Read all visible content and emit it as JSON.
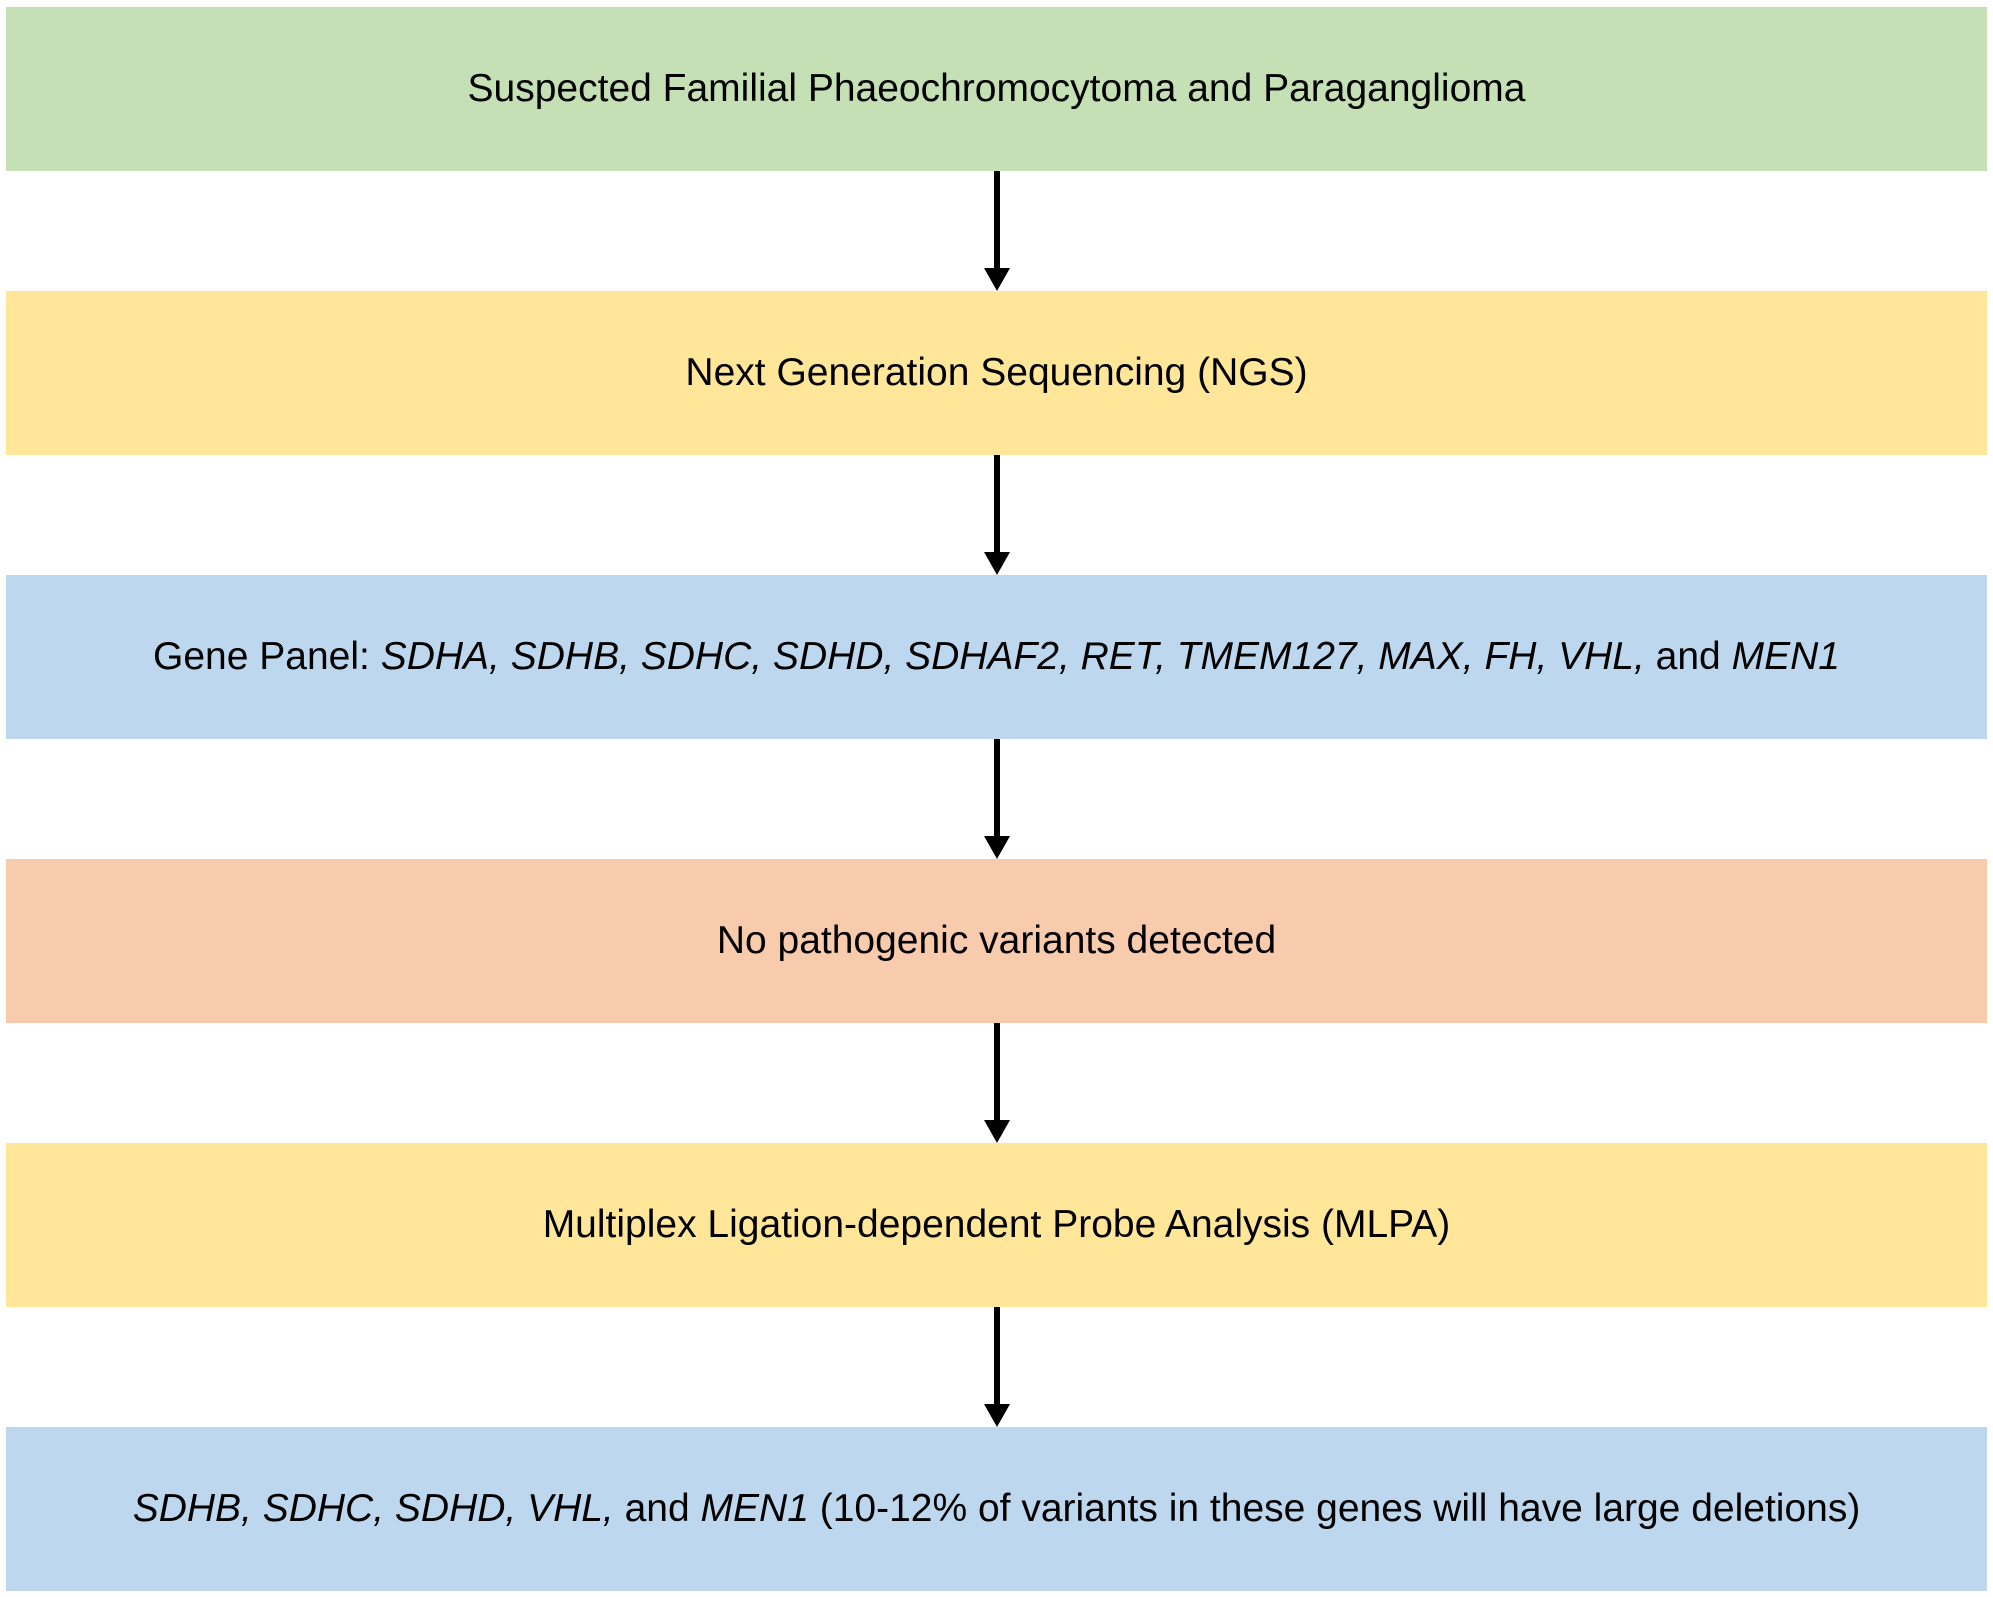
{
  "page": {
    "background": "#ffffff",
    "text_color": "#000000"
  },
  "flowchart": {
    "arrow": {
      "count": 5,
      "color": "#000000"
    },
    "colors": {
      "green": "#c5e0b4",
      "yellow": "#ffe699",
      "blue": "#bdd7ee",
      "salmon": "#f8cbad"
    },
    "boxes": [
      {
        "id": "suspected-familial-pheo-pgl",
        "color": "#c5e0b4",
        "segments": [
          {
            "text": "Suspected Familial Phaeochromocytoma and Paraganglioma",
            "italic": false
          }
        ]
      },
      {
        "id": "ngs",
        "color": "#ffe699",
        "segments": [
          {
            "text": "Next Generation Sequencing (NGS)",
            "italic": false
          }
        ]
      },
      {
        "id": "gene-panel",
        "color": "#bdd7ee",
        "segments": [
          {
            "text": "Gene Panel: ",
            "italic": false
          },
          {
            "text": "SDHA, SDHB, SDHC, SDHD, SDHAF2, RET, TMEM127, MAX, FH, VHL,",
            "italic": true
          },
          {
            "text": " and ",
            "italic": false
          },
          {
            "text": "MEN1",
            "italic": true
          }
        ]
      },
      {
        "id": "no-pathogenic-variants",
        "color": "#f8cbad",
        "segments": [
          {
            "text": "No pathogenic variants detected",
            "italic": false
          }
        ]
      },
      {
        "id": "mlpa",
        "color": "#ffe699",
        "segments": [
          {
            "text": "Multiplex Ligation-dependent Probe Analysis (MLPA)",
            "italic": false
          }
        ]
      },
      {
        "id": "mlpa-gene-list",
        "color": "#bdd7ee",
        "segments": [
          {
            "text": "SDHB, SDHC, SDHD, VHL,",
            "italic": true
          },
          {
            "text": " and ",
            "italic": false
          },
          {
            "text": "MEN1",
            "italic": true
          },
          {
            "text": " (10-12% of variants in these genes will have large deletions)",
            "italic": false
          }
        ]
      }
    ]
  }
}
